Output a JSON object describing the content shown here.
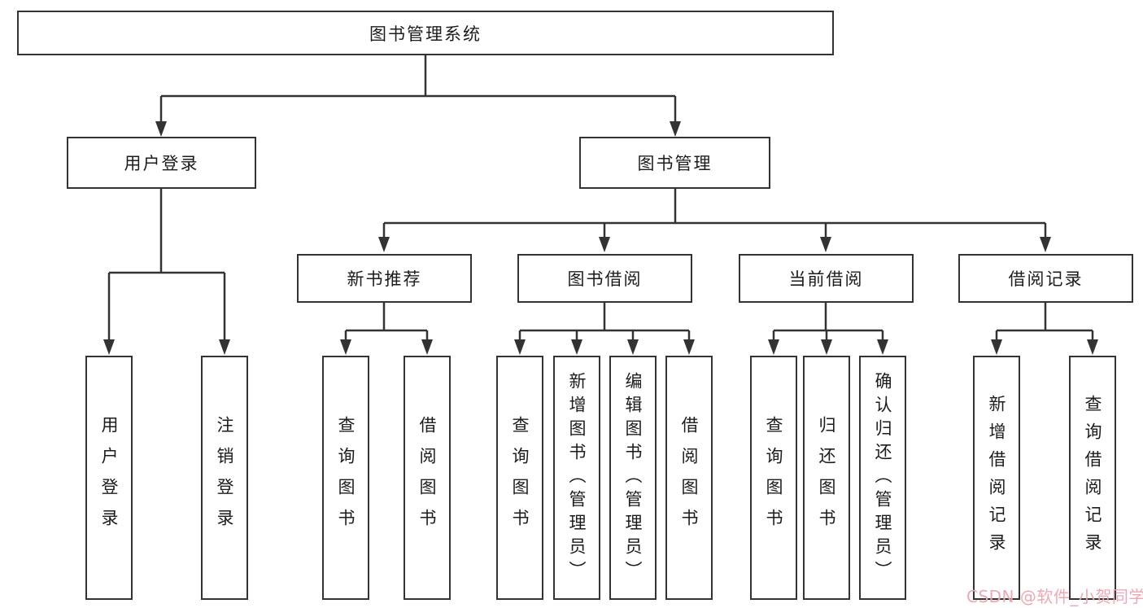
{
  "tree": {
    "root": {
      "label": "图书管理系统",
      "children": [
        {
          "label": "用户登录",
          "children": [
            {
              "label": "用户登录"
            },
            {
              "label": "注销登录"
            }
          ]
        },
        {
          "label": "图书管理",
          "children": [
            {
              "label": "新书推荐",
              "children": [
                {
                  "label": "查询图书"
                },
                {
                  "label": "借阅图书"
                }
              ]
            },
            {
              "label": "图书借阅",
              "children": [
                {
                  "label": "查询图书"
                },
                {
                  "label": "新增图书（管理员）"
                },
                {
                  "label": "编辑图书（管理员）"
                },
                {
                  "label": "借阅图书"
                }
              ]
            },
            {
              "label": "当前借阅",
              "children": [
                {
                  "label": "查询图书"
                },
                {
                  "label": "归还图书"
                },
                {
                  "label": "确认归还（管理员）"
                }
              ]
            },
            {
              "label": "借阅记录",
              "children": [
                {
                  "label": "新增借阅记录"
                },
                {
                  "label": "查询借阅记录"
                }
              ]
            }
          ]
        }
      ]
    }
  },
  "watermark": {
    "text": "CSDN @软件_小贺同学",
    "color": "#efa8b2"
  },
  "colors": {
    "line": "#333333",
    "node_border": "#333333",
    "text": "#1c1c1c",
    "background": "#ffffff"
  }
}
